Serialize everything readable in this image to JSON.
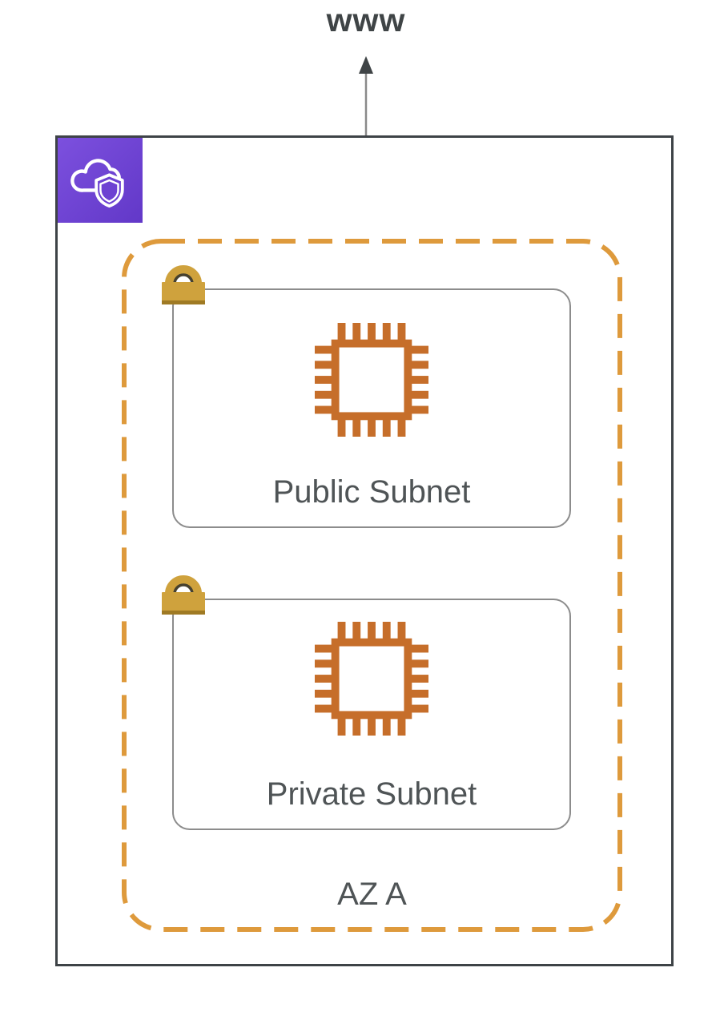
{
  "diagram": {
    "internet_label": "www",
    "az": {
      "label": "AZ A"
    },
    "subnets": [
      {
        "label": "Public Subnet"
      },
      {
        "label": "Private Subnet"
      }
    ],
    "icons": {
      "vpc": "vpc-cloud-shield-icon",
      "instance": "cpu-chip-icon",
      "security": "lock-icon",
      "connection": "double-headed-arrow"
    },
    "colors": {
      "vpc_purple_start": "#7C50DE",
      "vpc_purple_end": "#6238C8",
      "shield_fill": "#6D41D2",
      "az_dash_orange": "#DE9A3C",
      "chip_orange": "#C66E2A",
      "lock_gold": "#CFA23D",
      "lock_gold_dark": "#9F7A24",
      "lock_rim_dark": "#46412F",
      "outer_border": "#3E4347",
      "subnet_border": "#8C8C8C",
      "text_gray": "#4F5456",
      "arrow_line": "#8A8A8A",
      "arrow_head": "#3F4446"
    }
  }
}
